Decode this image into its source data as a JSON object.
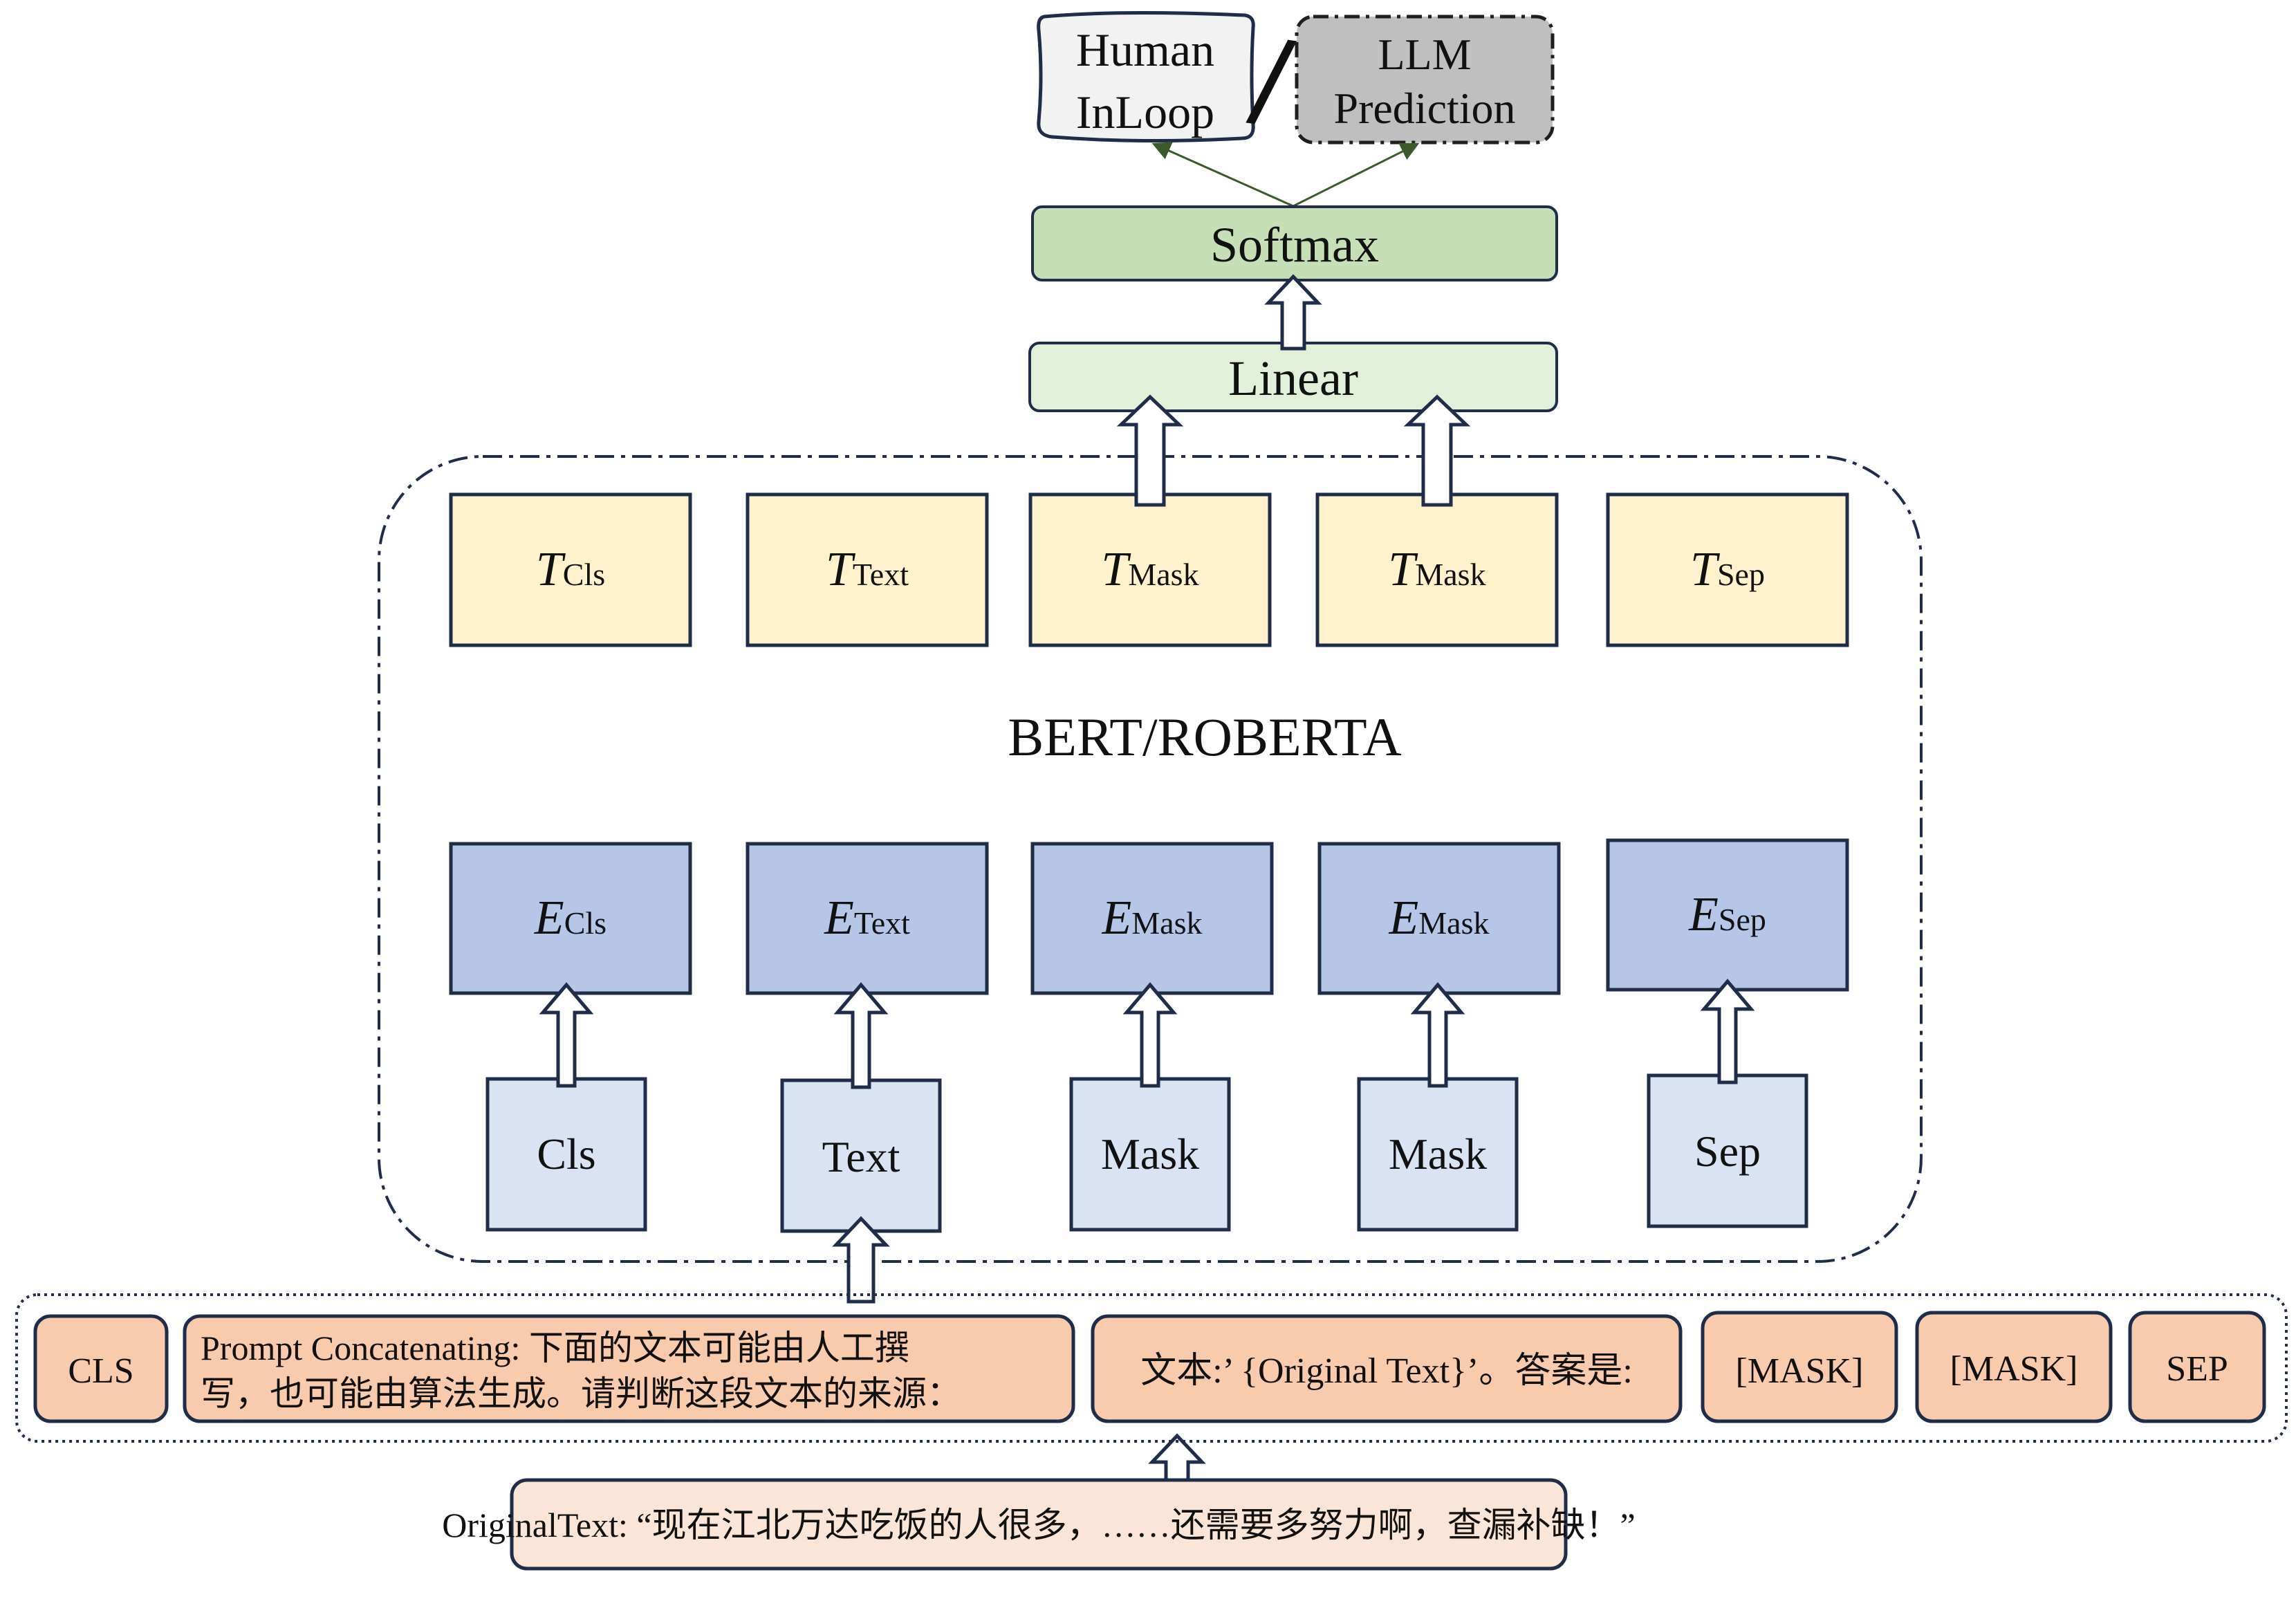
{
  "outputs": {
    "human_line1": "Human",
    "human_line2": "InLoop",
    "slash": "/",
    "llm_line1": "LLM",
    "llm_line2": "Prediction"
  },
  "softmax": "Softmax",
  "linear": "Linear",
  "encoder_label": "BERT/ROBERTA",
  "t_main": "T",
  "e_main": "E",
  "t_tokens": [
    {
      "sub": "Cls"
    },
    {
      "sub": "Text"
    },
    {
      "sub": "Mask"
    },
    {
      "sub": "Mask"
    },
    {
      "sub": "Sep"
    }
  ],
  "e_tokens": [
    {
      "sub": "Cls"
    },
    {
      "sub": "Text"
    },
    {
      "sub": "Mask"
    },
    {
      "sub": "Mask"
    },
    {
      "sub": "Sep"
    }
  ],
  "input_tokens": [
    "Cls",
    "Text",
    "Mask",
    "Mask",
    "Sep"
  ],
  "prompt": {
    "cls": "CLS",
    "concat_line1": "Prompt Concatenating: 下面的文本可能由人工撰",
    "concat_line2": "写，也可能由算法生成。请判断这段文本的来源：",
    "template": "文本:’ {Original Text}’。答案是:",
    "mask1": "[MASK]",
    "mask2": "[MASK]",
    "sep": "SEP"
  },
  "original_text": "OriginalText: “现在江北万达吃饭的人很多，……还需要多努力啊，查漏补缺！”",
  "colors": {
    "t_fill": "#fff2cc",
    "e_fill": "#b4c7e7",
    "input_fill": "#dae3f3",
    "softmax_fill": "#c5e0b4",
    "linear_fill": "#e2f0d9",
    "prompt_fill": "#f8cbad",
    "original_fill": "#fbe5d6",
    "human_fill": "#f2f2f2",
    "llm_fill": "#bfbfbf",
    "stroke": "#1f2d4a",
    "edge_green": "#3a5a2a"
  }
}
